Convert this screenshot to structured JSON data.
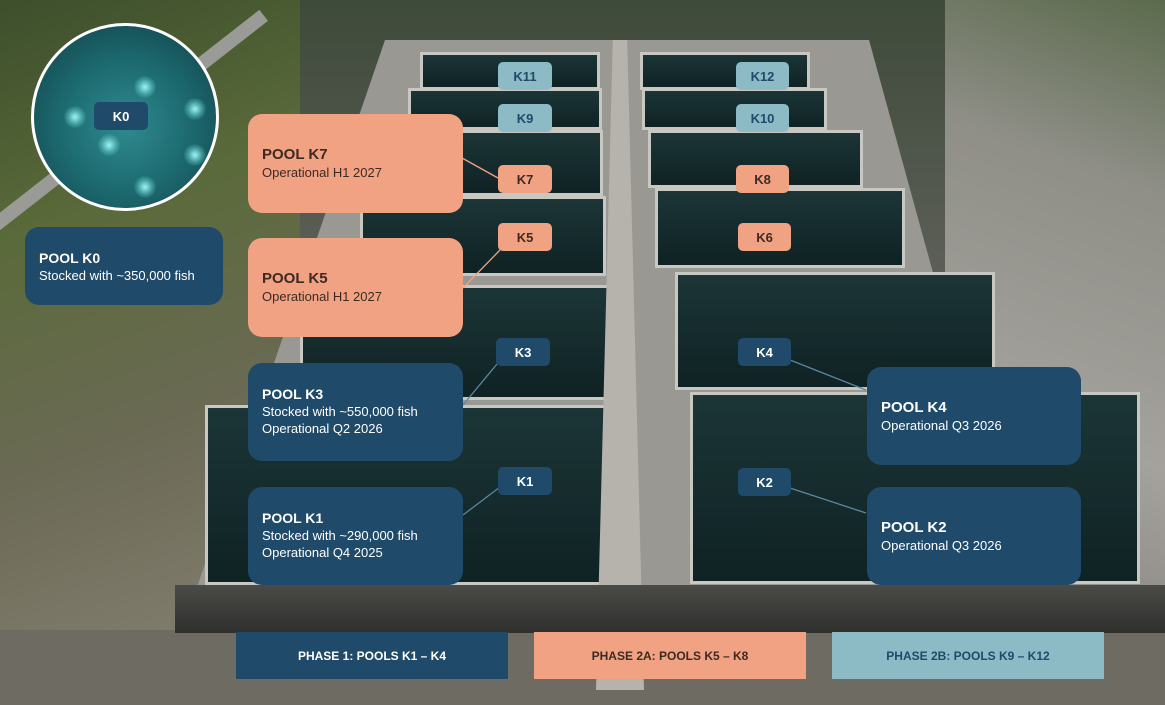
{
  "inset": {
    "tag": "K0"
  },
  "callouts": {
    "k0": {
      "title": "POOL K0",
      "lines": [
        "Stocked with ~350,000 fish"
      ]
    },
    "k7": {
      "title": "POOL K7",
      "lines": [
        "Operational H1 2027"
      ]
    },
    "k5": {
      "title": "POOL K5",
      "lines": [
        "Operational H1 2027"
      ]
    },
    "k3": {
      "title": "POOL K3",
      "lines": [
        "Stocked with ~550,000 fish",
        "Operational Q2 2026"
      ]
    },
    "k1": {
      "title": "POOL K1",
      "lines": [
        "Stocked with ~290,000 fish",
        "Operational Q4 2025"
      ]
    },
    "k4": {
      "title": "POOL K4",
      "lines": [
        "Operational Q3 2026"
      ]
    },
    "k2": {
      "title": "POOL K2",
      "lines": [
        "Operational Q3 2026"
      ]
    }
  },
  "pool_tags": {
    "k11": "K11",
    "k12": "K12",
    "k9": "K9",
    "k10": "K10",
    "k7": "K7",
    "k8": "K8",
    "k5": "K5",
    "k6": "K6",
    "k3": "K3",
    "k4": "K4",
    "k1": "K1",
    "k2": "K2"
  },
  "phases": [
    {
      "label": "PHASE 1: POOLS K1 – K4"
    },
    {
      "label": "PHASE 2A: POOLS K5 – K8"
    },
    {
      "label": "PHASE 2B: POOLS K9 – K12"
    }
  ],
  "colors": {
    "phase_1": "#1f4a69",
    "phase_2a": "#f0a283",
    "phase_2b": "#8cbbc5"
  }
}
